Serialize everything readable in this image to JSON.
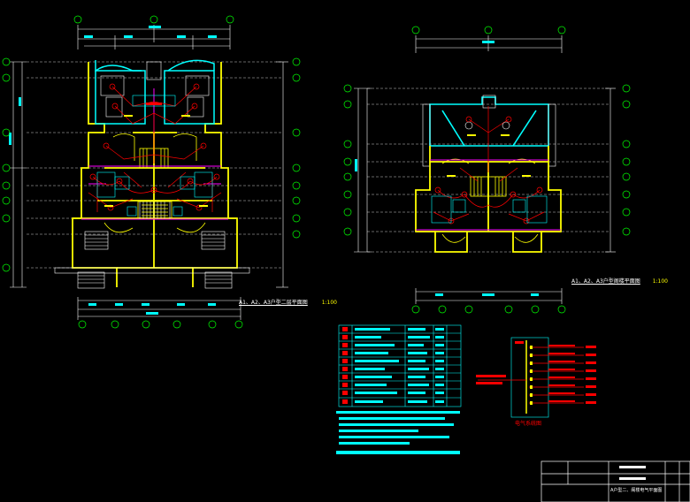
{
  "drawing": {
    "background": "#000000",
    "colors": {
      "wall": "#ffff00",
      "ceiling": "#00ffff",
      "wire": "#ff0000",
      "bus": "#ff00ff",
      "dim": "#ffffff",
      "grid": "#00ff00",
      "table": "#00ffff"
    },
    "left_plan": {
      "title": "A1、A2、A3户型二层平面图",
      "scale": "1:100"
    },
    "right_plan": {
      "title": "A1、A2、A3户型阁楼平面图",
      "scale": "1:100"
    },
    "riser_diagram": {
      "caption": "电气系统图"
    },
    "title_block": {
      "drawing_name": "A户型二、阁楼电气平面图"
    }
  }
}
